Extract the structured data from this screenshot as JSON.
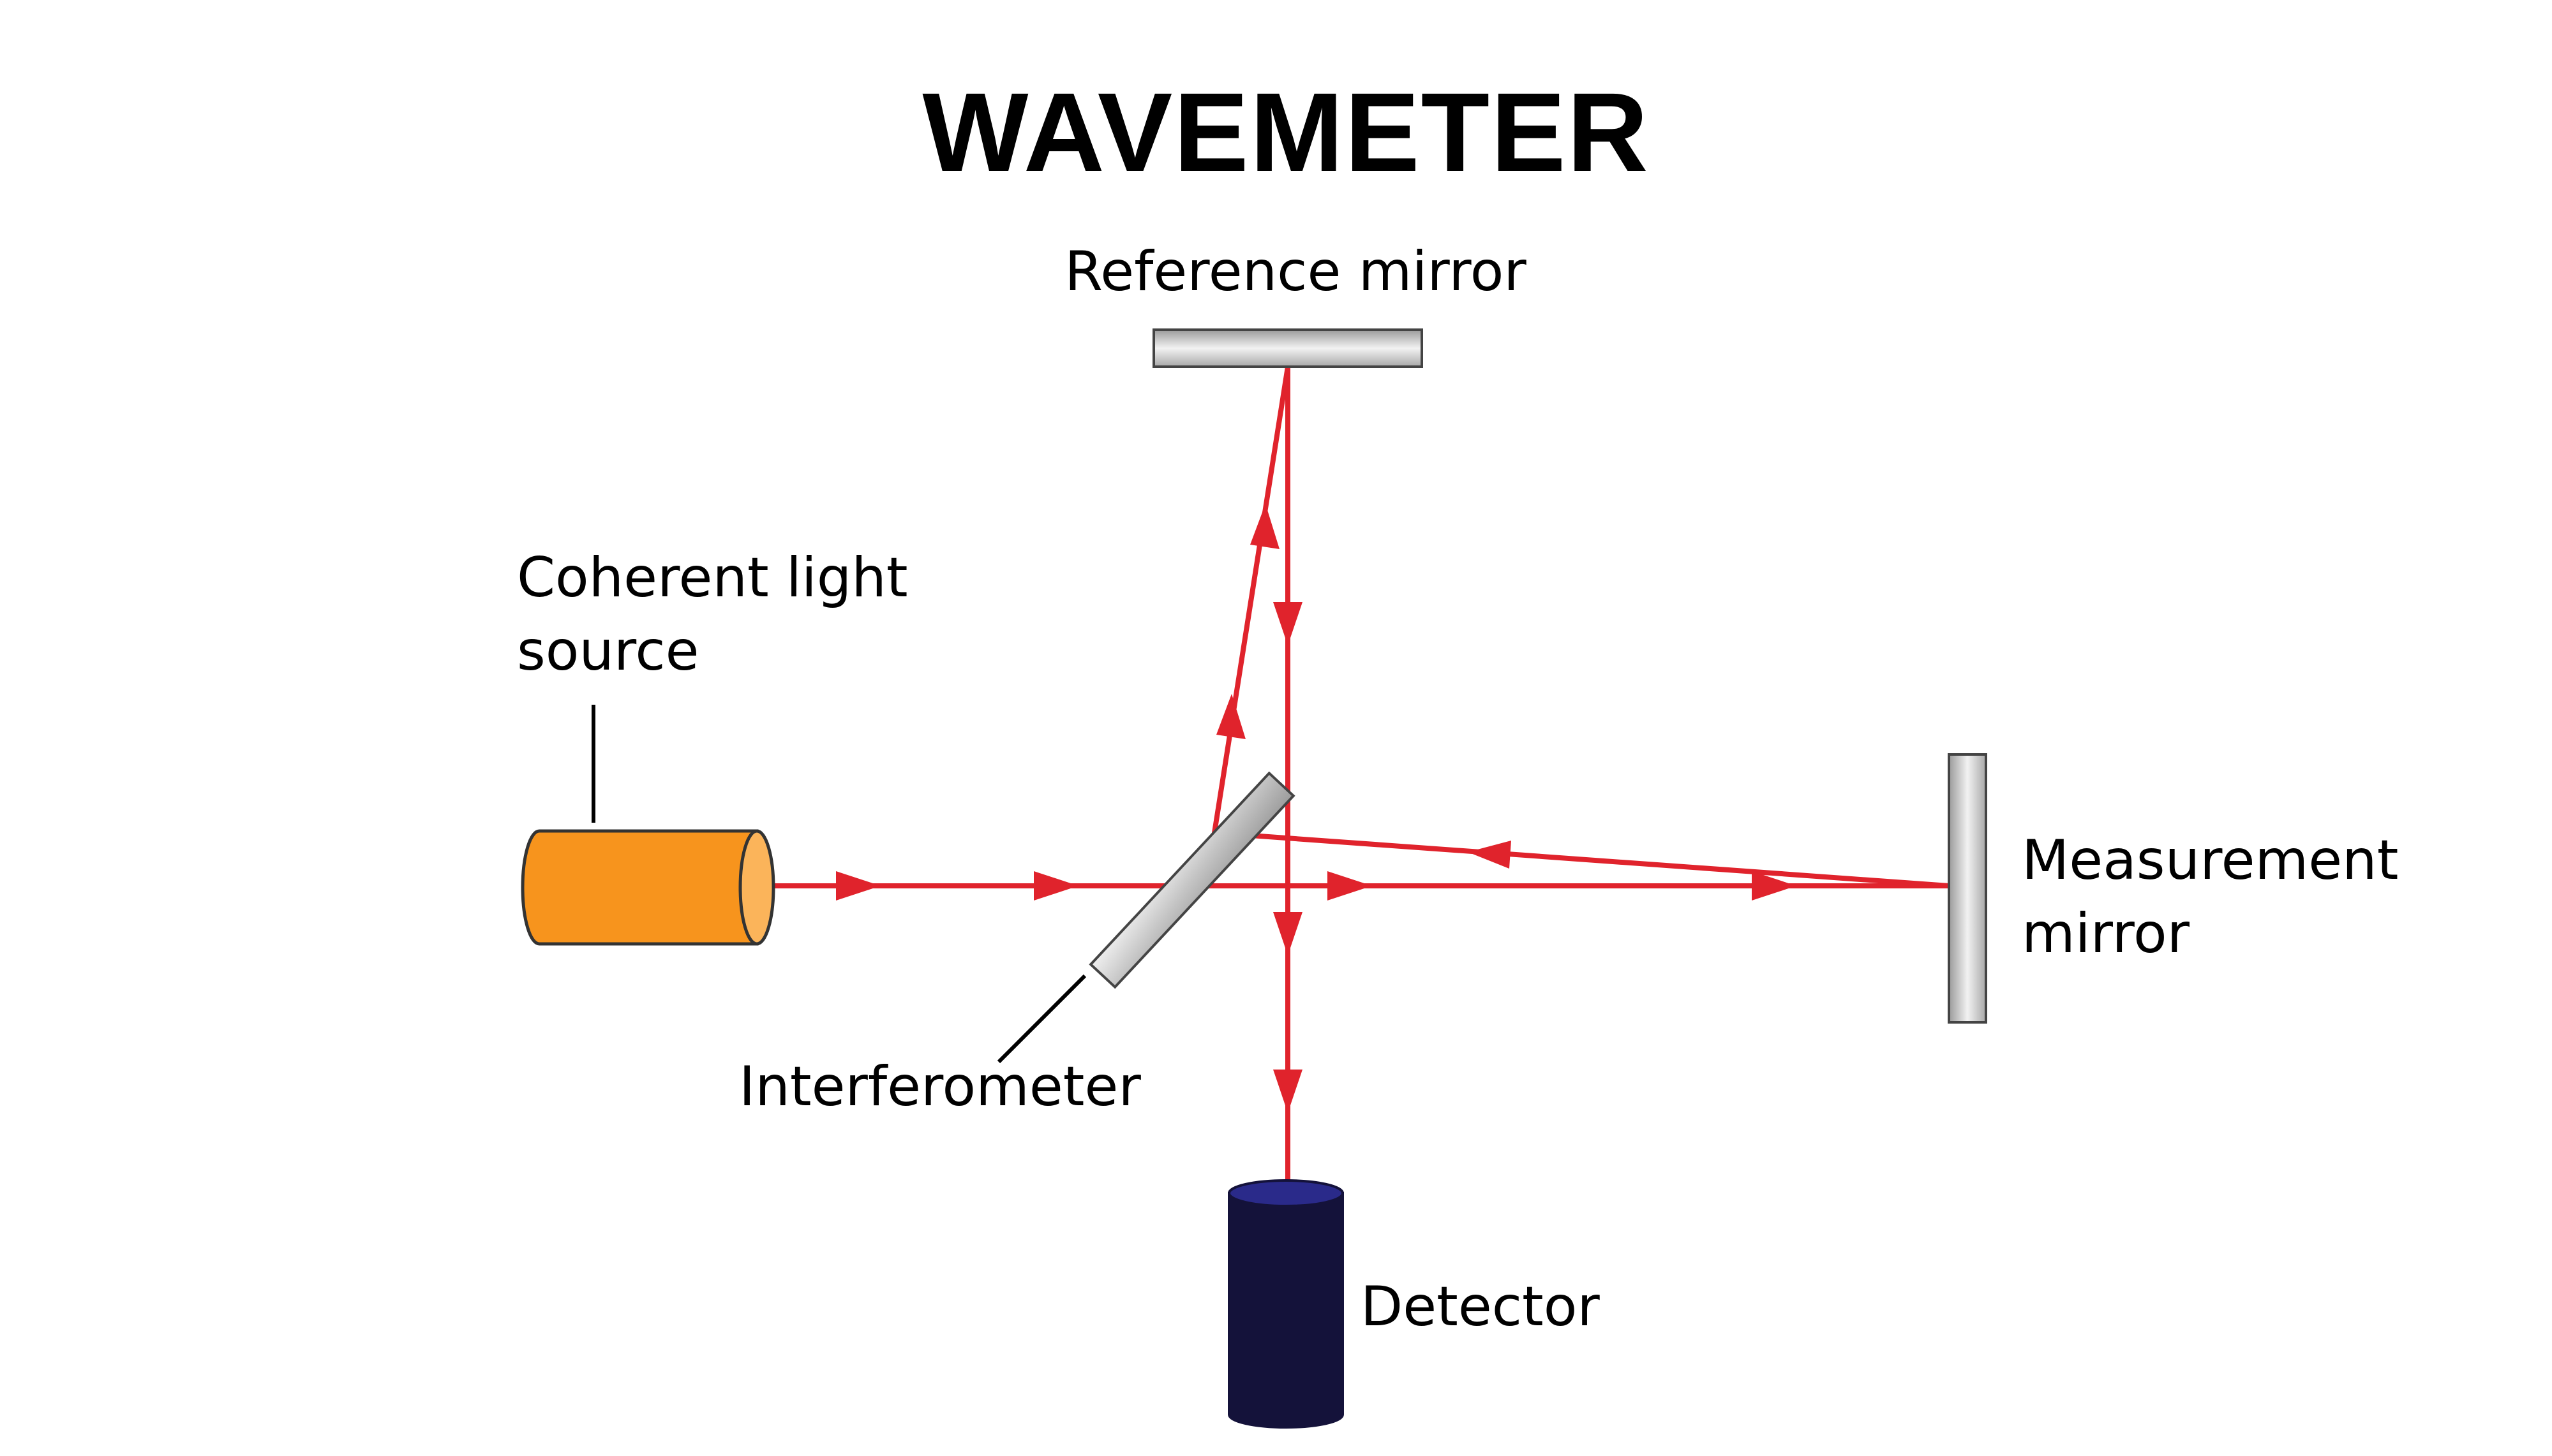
{
  "title": "WAVEMETER",
  "labels": {
    "reference_mirror": "Reference mirror",
    "light_source_line1": "Coherent light",
    "light_source_line2": "source",
    "measurement_mirror_line1": "Measurement",
    "measurement_mirror_line2": "mirror",
    "interferometer": "Interferometer",
    "detector": "Detector"
  },
  "colors": {
    "beam": "#e0232c",
    "light_source_body": "#f7941d",
    "detector_body": "#14123a",
    "detector_top": "#2a2a8a",
    "mirror_fill": "#c8c8c8"
  }
}
